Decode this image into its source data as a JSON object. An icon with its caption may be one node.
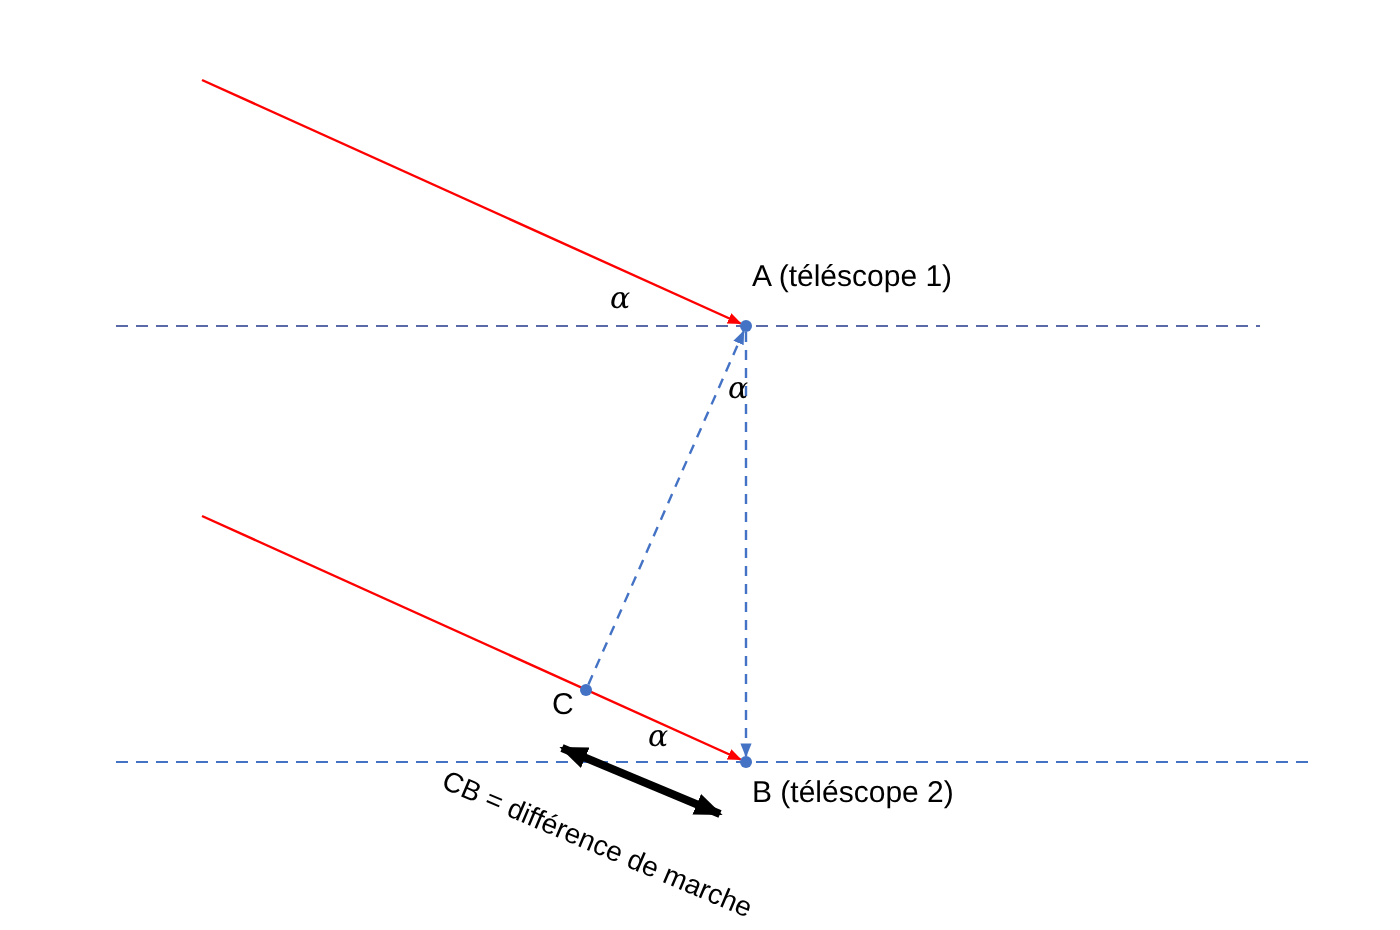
{
  "diagram": {
    "nodes": [
      {
        "text": [],
        "shape": "point",
        "beside": [
          "A (téléscope 1)"
        ]
      },
      {
        "text": [],
        "shape": "point",
        "beside": [
          "B (téléscope 2)"
        ]
      },
      {
        "text": [],
        "shape": "point",
        "beside": [
          "C"
        ]
      }
    ],
    "edges": [
      {
        "from": null,
        "to": 0,
        "arrow": "to",
        "color": "#ff0000"
      },
      {
        "from": null,
        "to": 1,
        "arrow": "to",
        "color": "#ff0000"
      },
      {
        "from": 2,
        "to": 0,
        "arrow": "to",
        "style": "dashed",
        "color": "#4472c4"
      },
      {
        "from": 0,
        "to": 1,
        "arrow": "to",
        "style": "dashed",
        "color": "#4472c4"
      },
      {
        "from": 2,
        "to": 1,
        "arrow": "both",
        "style": "thick",
        "color": "#000000"
      }
    ],
    "labels": [
      "α",
      "α",
      "α",
      "CB = différence de marche"
    ]
  }
}
